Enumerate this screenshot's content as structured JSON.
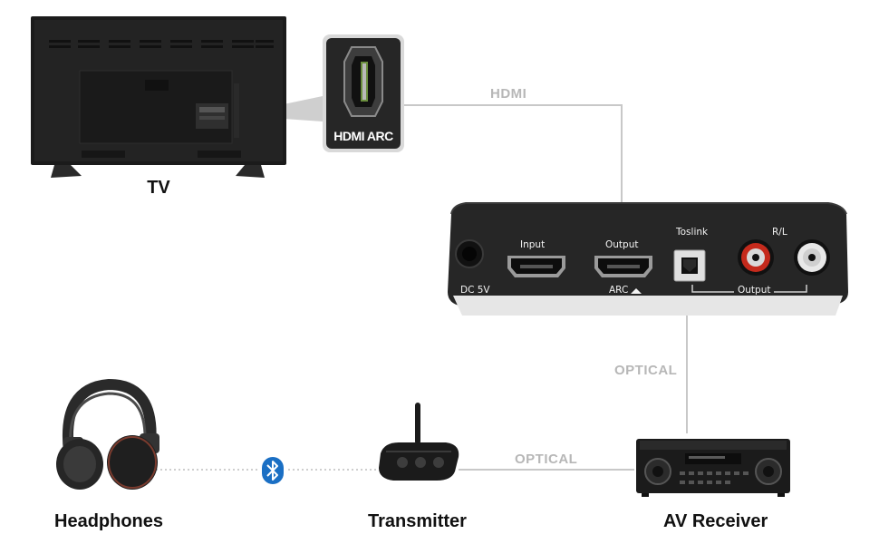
{
  "devices": {
    "tv": "TV",
    "headphones": "Headphones",
    "transmitter": "Transmitter",
    "av_receiver": "AV Receiver"
  },
  "connections": {
    "hdmi": "HDMI",
    "optical_vertical": "OPTICAL",
    "optical_horizontal": "OPTICAL"
  },
  "callout": {
    "hdmi_arc": "HDMI ARC"
  },
  "extractor_panel": {
    "dc": "DC 5V",
    "input": "Input",
    "output": "Output",
    "arc": "ARC",
    "toslink": "Toslink",
    "rl": "R/L",
    "analog_output": "Output"
  },
  "colors": {
    "connector_line": "#c8c8c8",
    "bluetooth": "#1a6fc4",
    "device_dark": "#1b1b1b"
  }
}
